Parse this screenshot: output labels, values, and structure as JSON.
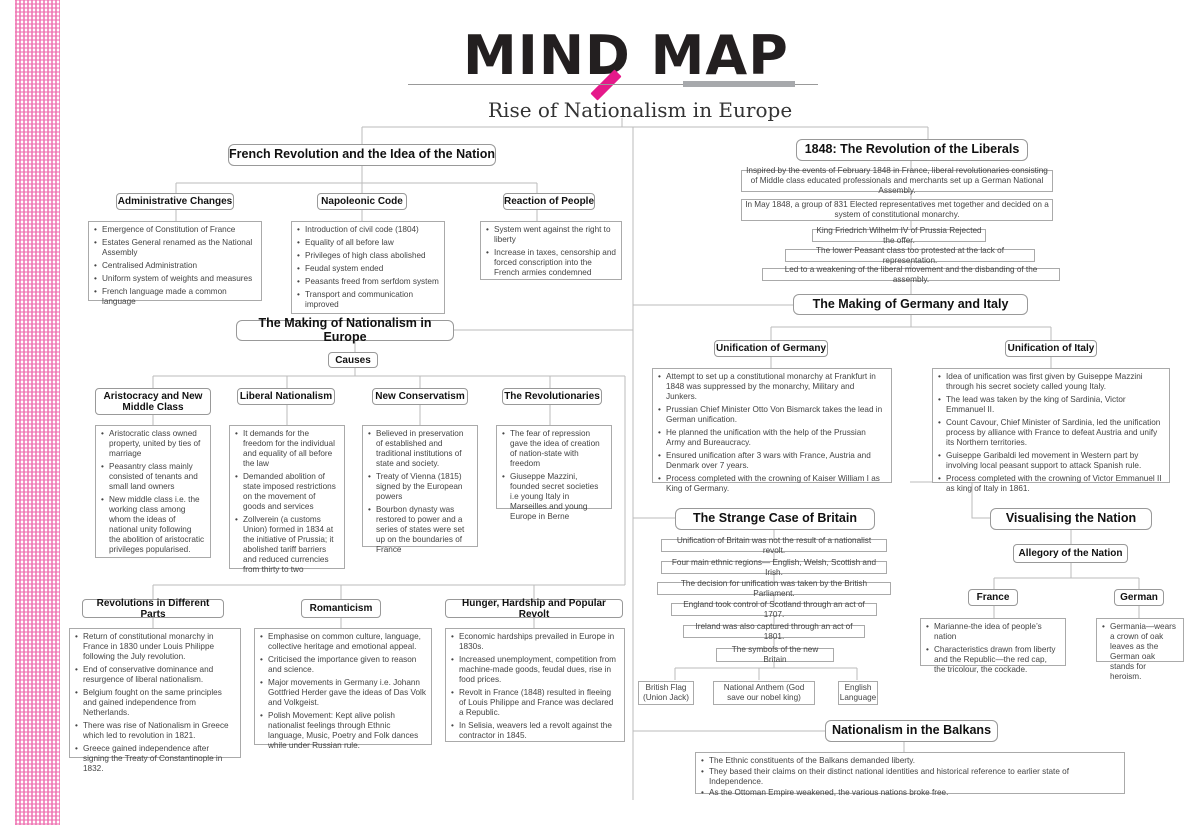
{
  "header": {
    "logo_left": "MIND",
    "logo_right": "MAP",
    "subtitle": "Rise of Nationalism in Europe",
    "accent_color": "#e5198a"
  },
  "french_revolution": {
    "title": "French Revolution and the Idea of the Nation",
    "admin": {
      "title": "Administrative Changes",
      "items": [
        "Emergence of Constitution of France",
        "Estates General renamed as the National Assembly",
        "Centralised Administration",
        "Uniform system of weights and measures",
        "French language made a common language"
      ]
    },
    "napoleonic": {
      "title": "Napoleonic Code",
      "items": [
        "Introduction of civil code (1804)",
        "Equality of all before law",
        "Privileges of high class abolished",
        "Feudal system ended",
        "Peasants freed from serfdom system",
        "Transport and communication improved"
      ]
    },
    "reaction": {
      "title": "Reaction of People",
      "items": [
        "System went against the right to liberty",
        "Increase in taxes, censorship and forced conscription into the French armies condemned"
      ]
    }
  },
  "making_nationalism": {
    "title": "The Making of Nationalism in Europe",
    "causes_label": "Causes",
    "aristocracy": {
      "title": "Aristocracy and New Middle Class",
      "items": [
        "Aristocratic class owned property, united by ties of marriage",
        "Peasantry class mainly consisted of tenants and small land owners",
        "New middle class i.e. the working class among whom the ideas of national unity following the abolition of aristocratic privileges popularised."
      ]
    },
    "liberal": {
      "title": "Liberal Nationalism",
      "items": [
        "It demands for the freedom for the individual and equality of all before the law",
        "Demanded abolition of state imposed restrictions on the movement of goods and services",
        "Zollverein (a customs Union) formed in 1834 at the initiative of Prussia; it abolished tariff barriers and reduced currencies from thirty to two"
      ]
    },
    "conservatism": {
      "title": "New Conservatism",
      "items": [
        "Believed in preservation of established and traditional institutions  of state and society.",
        "Treaty of Vienna (1815) signed by the European powers",
        "Bourbon dynasty was restored to power and a series of states were set up on the boundaries of France"
      ]
    },
    "revolutionaries": {
      "title": "The Revolutionaries",
      "items": [
        "The fear of repression gave the idea of creation of nation-state with freedom",
        "Giuseppe Mazzini, founded secret societies i.e young Italy in Marseilles and young Europe in Berne"
      ]
    },
    "revolutions": {
      "title": "Revolutions in Different Parts",
      "items": [
        "Return of constitutional monarchy in France in 1830 under Louis Philippe following the July revolution.",
        "End of conservative dominance and resurgence of liberal nationalism.",
        "Belgium fought on the same principles and gained independence from Netherlands.",
        "There was  rise of Nationalism in Greece which led to revolution in 1821.",
        "Greece gained independence after signing the Treaty of Constantinople in 1832."
      ]
    },
    "romanticism": {
      "title": "Romanticism",
      "items": [
        "Emphasise on common culture, language, collective heritage and emotional appeal.",
        "Criticised the importance given to reason and science.",
        "Major movements in Germany i.e. Johann Gottfried Herder gave the ideas of Das Volk and Volkgeist.",
        "Polish Movement: Kept alive polish nationalist feelings through Ethnic language, Music, Poetry and Folk dances while under Russian rule."
      ]
    },
    "hunger": {
      "title": "Hunger, Hardship and Popular Revolt",
      "items": [
        "Economic hardships prevailed in Europe in 1830s.",
        "Increased unemployment, competition from machine-made goods, feudal dues, rise in food prices.",
        "Revolt in France (1848) resulted in fleeing of Louis Philippe and France was declared a Republic.",
        "In Selisia, weavers led a revolt against the contractor in 1845."
      ]
    }
  },
  "revolution_1848": {
    "title": "1848: The Revolution of the Liberals",
    "steps": [
      "Inspired by the events of February 1848 in France, liberal revolutionaries consisting of Middle class educated professionals and merchants set up a German National Assembly.",
      "In May 1848, a group of 831 Elected representatives met together and decided on a system of constitutional monarchy.",
      "King Friedrich Wilhelm IV of Prussia Rejected the offer.",
      "The lower Peasant class too protested at the lack of representation.",
      "Led to a weakening of the liberal movement and the disbanding of the assembly."
    ]
  },
  "germany_italy": {
    "title": "The Making of Germany and Italy",
    "germany": {
      "title": "Unification of Germany",
      "items": [
        "Attempt to set up a constitutional monarchy at Frankfurt in 1848 was suppressed by the monarchy, Military and Junkers.",
        "Prussian Chief Minister Otto Von Bismarck takes the lead in German unification.",
        "He planned the unification with the help of the Prussian Army and Bureaucracy.",
        "Ensured unification after 3 wars with France, Austria and Denmark over 7 years.",
        "Process completed with the crowning  of  Kaiser William I as King of Germany."
      ]
    },
    "italy": {
      "title": "Unification of Italy",
      "items": [
        "Idea of unification was first given by Guiseppe Mazzini through his secret society called young Italy.",
        "The lead was taken by the king of Sardinia, Victor Emmanuel II.",
        "Count Cavour, Chief Minister of Sardinia, led the unification process by alliance with France to defeat Austria and unify its Northern territories.",
        "Guiseppe Garibaldi led movement in Western part by involving local peasant support to attack Spanish rule.",
        "Process completed with the crowning of Victor Emmanuel II as king of Italy in 1861."
      ]
    }
  },
  "britain": {
    "title": "The Strange Case of Britain",
    "steps": [
      "Unification of Britain was not the result of a nationalist revolt.",
      "Four main ethnic regions— English, Welsh, Scottish and Irish.",
      "The decision for unification was taken by the British Parliament.",
      "England took control of Scotland through an act of 1707.",
      "Ireland was also captured through an act of 1801.",
      "The symbols of the new Britain"
    ],
    "symbols": [
      "British Flag (Union Jack)",
      "National Anthem (God save our nobel king)",
      "English Language"
    ]
  },
  "visualising": {
    "title": "Visualising the Nation",
    "allegory": "Allegory of the Nation",
    "france": {
      "title": "France",
      "items": [
        "Marianne-the idea of people’s nation",
        "Characteristics drawn from liberty and the Republic—the red cap, the tricolour, the cockade."
      ]
    },
    "german": {
      "title": "German",
      "items": [
        "Germania—wears a crown of oak leaves as the German oak stands for heroism."
      ]
    }
  },
  "balkans": {
    "title": "Nationalism in the Balkans",
    "items": [
      "The Ethnic constituents of the Balkans demanded liberty.",
      "They based their claims on their distinct national identities and historical reference to earlier state of Independence.",
      "As the Ottoman Empire weakened, the various nations broke free."
    ]
  }
}
